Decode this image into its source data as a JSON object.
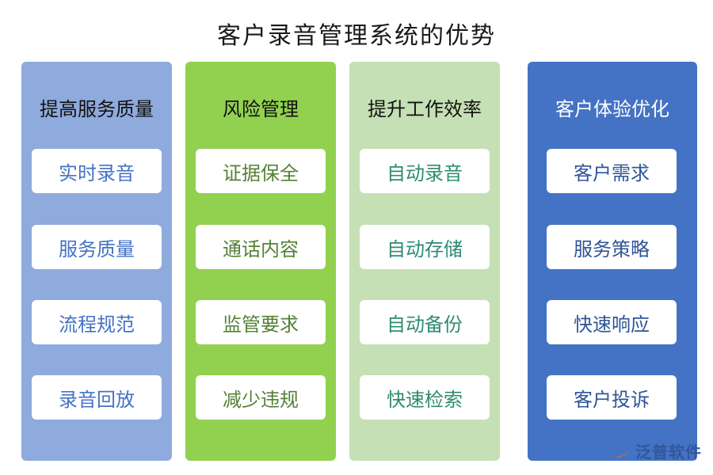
{
  "title": "客户录音管理系统的优势",
  "colors": {
    "column_1": "#8faadc",
    "column_2": "#92d050",
    "column_3": "#c5e0b4",
    "column_4": "#4472c4"
  },
  "columns": [
    {
      "heading": "提高服务质量",
      "items": [
        "实时录音",
        "服务质量",
        "流程规范",
        "录音回放"
      ]
    },
    {
      "heading": "风险管理",
      "items": [
        "证据保全",
        "通话内容",
        "监管要求",
        "减少违规"
      ]
    },
    {
      "heading": "提升工作效率",
      "items": [
        "自动录音",
        "自动存储",
        "自动备份",
        "快速检索"
      ]
    },
    {
      "heading": "客户体验优化",
      "items": [
        "客户需求",
        "服务策略",
        "快速响应",
        "客户投诉"
      ]
    }
  ],
  "logo": {
    "text": "泛普软件",
    "icon": "fanpu-logo-icon"
  }
}
